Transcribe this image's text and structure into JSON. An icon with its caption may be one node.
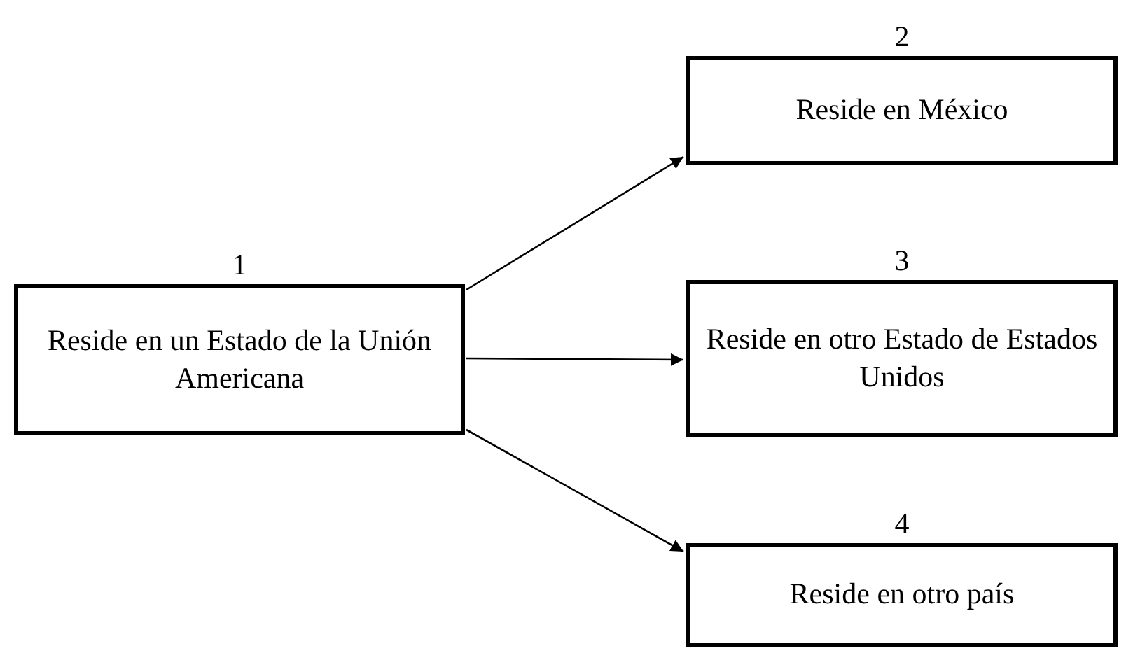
{
  "diagram": {
    "nodes": [
      {
        "text": [
          "Reside en un Estado de la Unión Americana"
        ],
        "beside": [
          "1"
        ]
      },
      {
        "text": [
          "Reside en México"
        ],
        "beside": [
          "2"
        ]
      },
      {
        "text": [
          "Reside en otro Estado de Estados Unidos"
        ],
        "beside": [
          "3"
        ]
      },
      {
        "text": [
          "Reside en otro país"
        ],
        "beside": [
          "4"
        ]
      }
    ],
    "edges": [
      {
        "from": 0,
        "to": 1,
        "arrow": "to"
      },
      {
        "from": 0,
        "to": 2,
        "arrow": "to"
      },
      {
        "from": 0,
        "to": 3,
        "arrow": "to"
      }
    ]
  }
}
